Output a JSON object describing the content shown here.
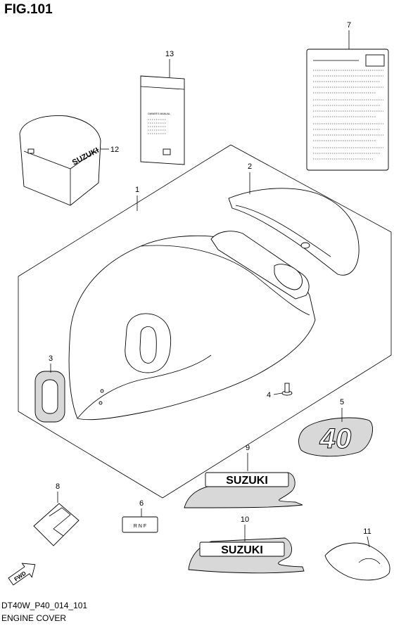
{
  "figure": {
    "title": "FIG.101",
    "code": "DT40W_P40_014_101",
    "name": "ENGINE COVER"
  },
  "labels": {
    "manual_title": "OWNER'S MANUAL",
    "cover_logo": "SUZUKI",
    "decal_9_text": "SUZUKI",
    "decal_10_text": "SUZUKI",
    "decal_5_text": "40",
    "decal_6_text": "R N F",
    "fwd": "FWD"
  },
  "callouts": [
    "1",
    "2",
    "3",
    "4",
    "5",
    "6",
    "7",
    "8",
    "9",
    "10",
    "11",
    "12",
    "13"
  ]
}
